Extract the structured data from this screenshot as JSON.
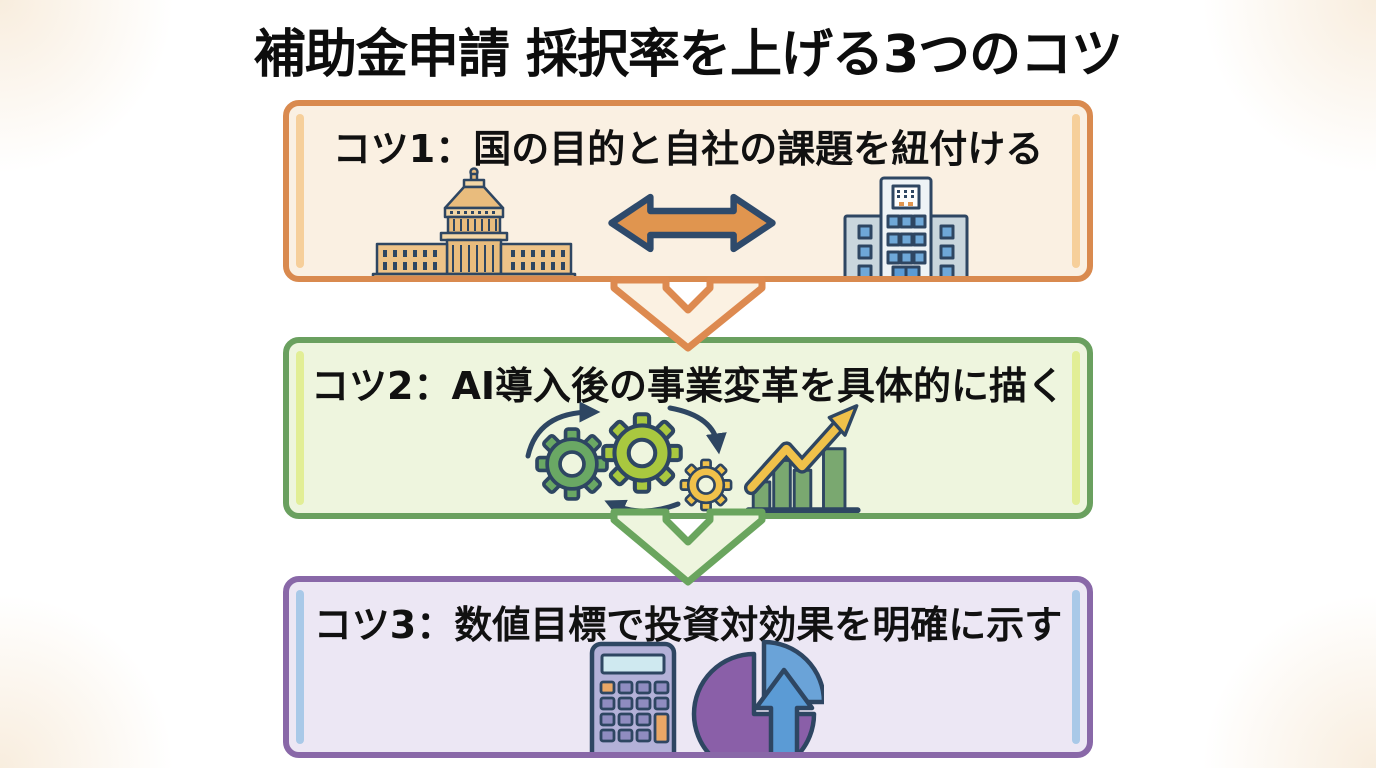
{
  "title": "補助金申請 採択率を上げる3つのコツ",
  "tips": [
    {
      "id": 1,
      "label": "コツ1：国の目的と自社の課題を紐付ける",
      "icons": [
        "government-building-icon",
        "double-arrow-icon",
        "company-building-icon"
      ],
      "border_color": "#d98a4f",
      "fill_color": "#faf0e2",
      "accent_color": "#f6cf9a"
    },
    {
      "id": 2,
      "label": "コツ2：AI導入後の事業変革を具体的に描く",
      "icons": [
        "gears-cycle-icon",
        "growth-chart-icon"
      ],
      "border_color": "#6aa05f",
      "fill_color": "#eef5de",
      "accent_color": "#e2ee96"
    },
    {
      "id": 3,
      "label": "コツ3：数値目標で投資対効果を明確に示す",
      "icons": [
        "calculator-icon",
        "pie-chart-up-arrow-icon"
      ],
      "border_color": "#8968a8",
      "fill_color": "#ece7f4",
      "accent_color": "#a9c9e8"
    }
  ],
  "connectors": [
    {
      "name": "down-arrow-1",
      "outline_color": "#dd8a50",
      "fill_color": "#fbf1e2"
    },
    {
      "name": "down-arrow-2",
      "outline_color": "#6aa55e",
      "fill_color": "#eef5de"
    }
  ],
  "palette": {
    "outline_navy": "#2e4662",
    "icon_orange": "#e0954f",
    "building_tan": "#e9bc7d",
    "building_light_tan": "#f2d6a6",
    "company_body": "#eef3f6",
    "company_wing": "#c9d6dd",
    "window_blue": "#6fa8d8",
    "gear_green": "#6aa864",
    "gear_yellow_green": "#a9c83f",
    "gear_yellow": "#f0c14a",
    "chart_bar_green": "#7aa870",
    "calculator_body": "#b3b1d8",
    "calculator_button": "#8f8cc0",
    "calculator_display": "#cfe9f0",
    "pie_purple": "#8a5fa8",
    "pie_arrow_blue": "#5b9bd5",
    "text_color": "#111111"
  }
}
